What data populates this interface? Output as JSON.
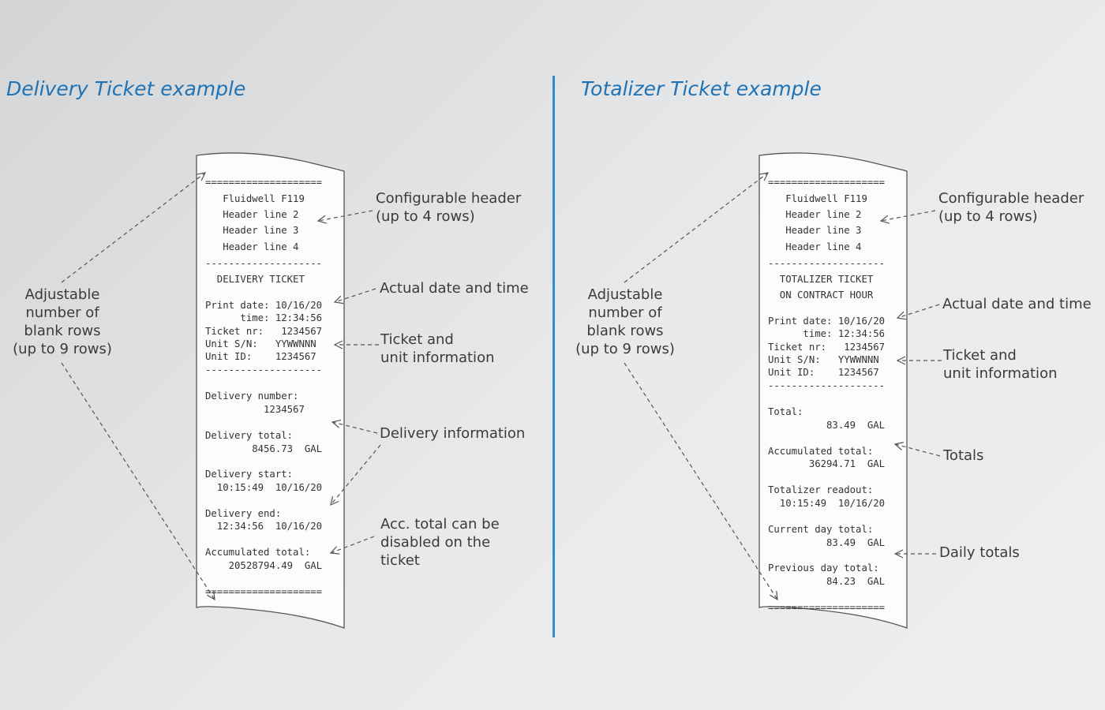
{
  "left": {
    "title": "Delivery Ticket example",
    "ticket_lines": [
      "====================",
      "   Fluidwell F119",
      "   Header line 2",
      "   Header line 3",
      "   Header line 4",
      "--------------------",
      "  DELIVERY TICKET",
      "Print date: 10/16/20",
      "      time: 12:34:56",
      "Ticket nr:   1234567",
      "Unit S/N:   YYWWNNN",
      "Unit ID:    1234567",
      "--------------------",
      "Delivery number:",
      "          1234567",
      "Delivery total:",
      "        8456.73  GAL",
      "Delivery start:",
      "  10:15:49  10/16/20",
      "Delivery end:",
      "  12:34:56  10/16/20",
      "Accumulated total:",
      "    20528794.49  GAL",
      "===================="
    ],
    "callouts": [
      "Configurable header\n(up to 4 rows)",
      "Actual date and time",
      "Ticket and\nunit information",
      "Delivery information",
      "Acc. total can be\ndisabled on the\nticket",
      "Adjustable\nnumber of\nblank rows\n(up to 9 rows)"
    ]
  },
  "right": {
    "title": "Totalizer Ticket example",
    "ticket_lines": [
      "====================",
      "   Fluidwell F119",
      "   Header line 2",
      "   Header line 3",
      "   Header line 4",
      "--------------------",
      "  TOTALIZER TICKET",
      "  ON CONTRACT HOUR",
      "Print date: 10/16/20",
      "      time: 12:34:56",
      "Ticket nr:   1234567",
      "Unit S/N:   YYWWNNN",
      "Unit ID:    1234567",
      "--------------------",
      "Total:",
      "          83.49  GAL",
      "Accumulated total:",
      "       36294.71  GAL",
      "Totalizer readout:",
      "  10:15:49  10/16/20",
      "Current day total:",
      "          83.49  GAL",
      "Previous day total:",
      "          84.23  GAL",
      "===================="
    ],
    "callouts": [
      "Configurable header\n(up to 4 rows)",
      "Actual date and time",
      "Ticket and\nunit information",
      "Totals",
      "Daily totals",
      "Adjustable\nnumber of\nblank rows\n(up to 9 rows)"
    ]
  }
}
